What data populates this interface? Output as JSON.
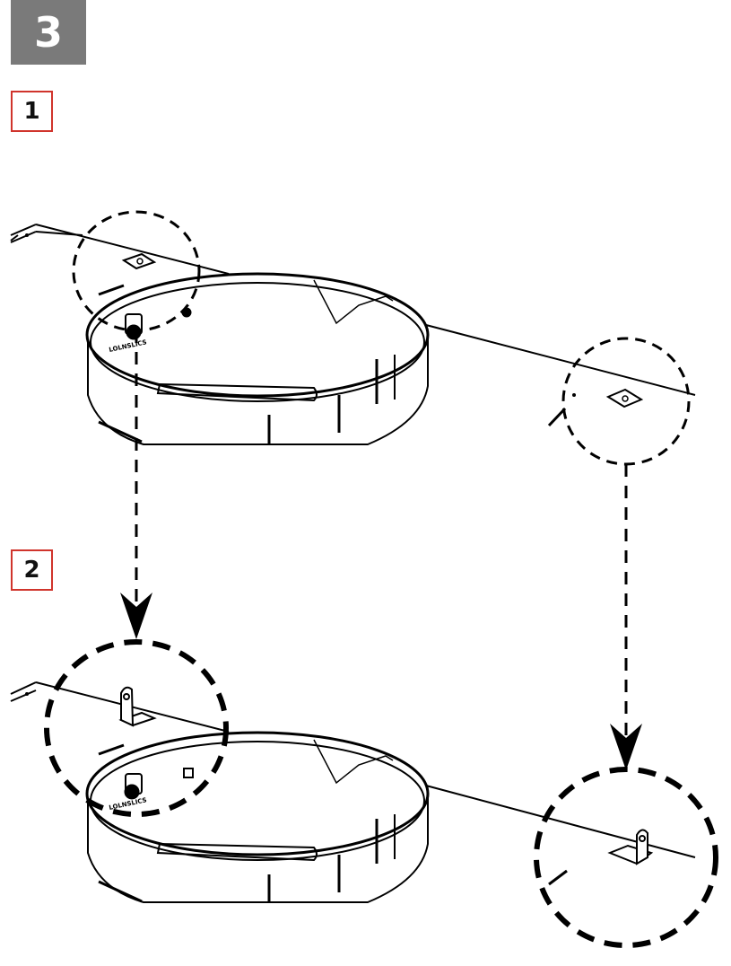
{
  "step": {
    "number": "3",
    "badge_color": "#7a7a7a"
  },
  "substeps": [
    {
      "number": "1",
      "border_color": "#d0342c"
    },
    {
      "number": "2",
      "border_color": "#d0342c"
    }
  ],
  "illustration": {
    "panel_1": "ceiling panel with round fixture housing and two flat mounting tabs",
    "panel_2": "ceiling panel with round fixture housing and two mounting tabs bent upward"
  },
  "housing_label_text": "LOLNSLICS"
}
